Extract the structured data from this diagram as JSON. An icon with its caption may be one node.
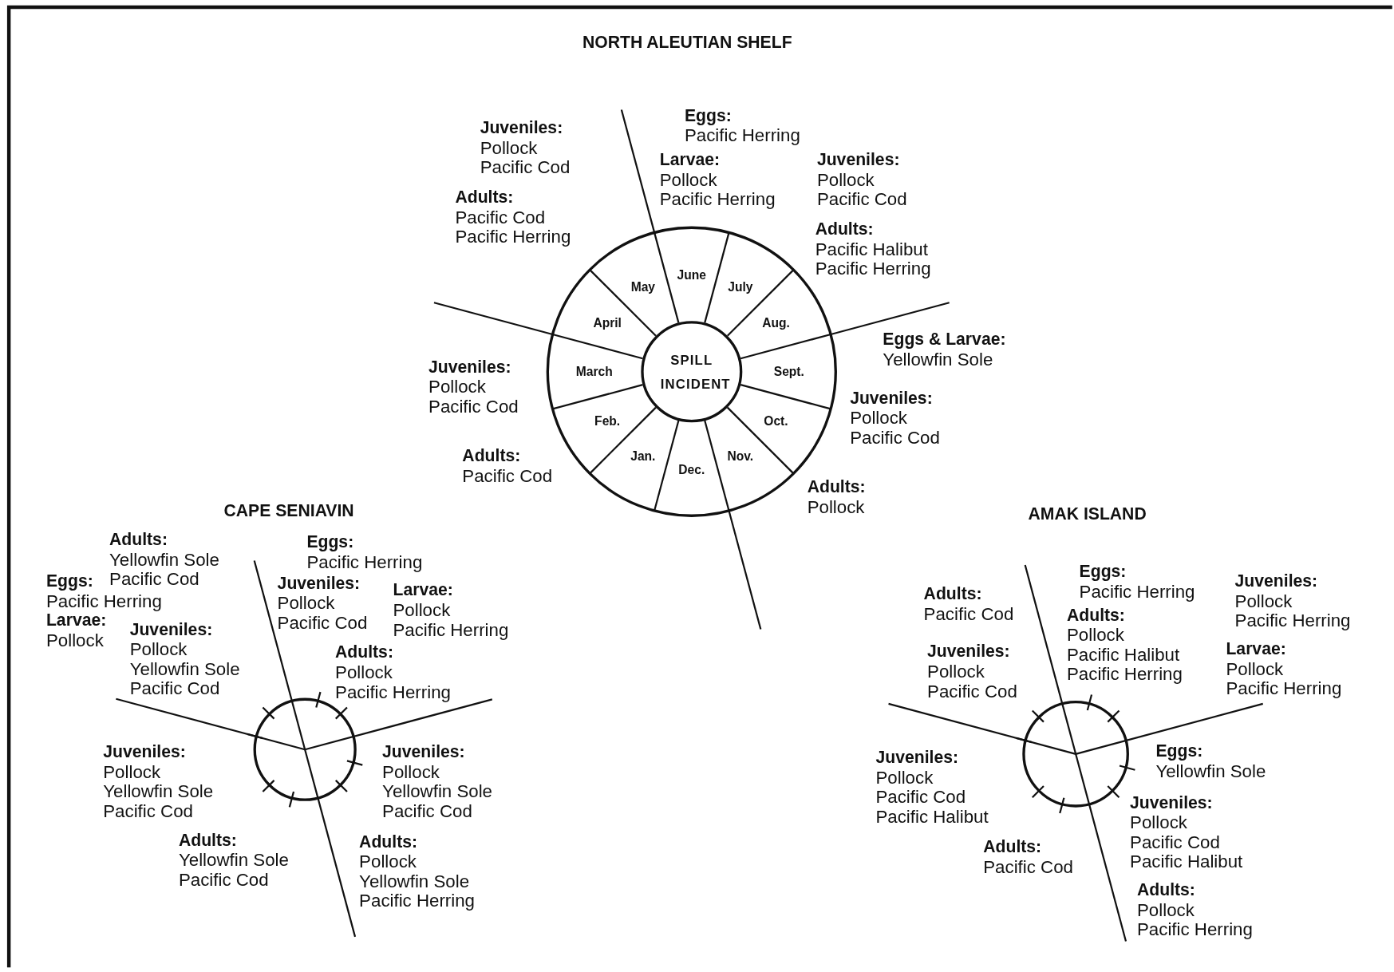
{
  "diagram": {
    "nodes": [
      {
        "text": [
          "SPILL INCIDENT"
        ]
      },
      {
        "text": [],
        "shape": "circle"
      },
      {
        "text": [],
        "shape": "circle"
      }
    ],
    "labels": [
      "NORTH ALEUTIAN SHELF",
      "Juveniles:",
      "Pollock",
      "Pacific Cod",
      "Eggs:",
      "Pacific Herring",
      "Larvae:",
      "Pollock",
      "Pacific Herring",
      "Juveniles:",
      "Pollock",
      "Pacific Cod",
      "Adults:",
      "Pacific Cod",
      "Pacific Herring",
      "Adults:",
      "Pacific Halibut",
      "Pacific Herring",
      "Eggs & Larvae:",
      "Yellowfin Sole",
      "Juveniles:",
      "Pollock",
      "Pacific Cod",
      "Juveniles:",
      "Pollock",
      "Pacific Cod",
      "Adults:",
      "Pacific Cod",
      "Adults:",
      "Pollock",
      "June",
      "July",
      "Aug.",
      "Sept.",
      "Oct.",
      "Nov.",
      "Dec.",
      "Jan.",
      "Feb.",
      "March",
      "April",
      "May",
      "CAPE SENIAVIN",
      "Adults:",
      "Yellowfin Sole",
      "Pacific Cod",
      "Eggs:",
      "Pacific Herring",
      "Eggs:",
      "Pacific Herring",
      "Juveniles:",
      "Pollock",
      "Pacific Cod",
      "Larvae:",
      "Pollock",
      "Pacific Herring",
      "Larvae:",
      "Pollock",
      "Juveniles:",
      "Pollock",
      "Yellowfin Sole",
      "Pacific Cod",
      "Adults:",
      "Pollock",
      "Pacific Herring",
      "Juveniles:",
      "Pollock",
      "Yellowfin Sole",
      "Pacific Cod",
      "Juveniles:",
      "Pollock",
      "Yellowfin Sole",
      "Pacific Cod",
      "Adults:",
      "Yellowfin Sole",
      "Pacific Cod",
      "Adults:",
      "Pollock",
      "Yellowfin Sole",
      "Pacific Herring",
      "AMAK ISLAND",
      "Eggs:",
      "Pacific Herring",
      "Juveniles:",
      "Pollock",
      "Pacific Herring",
      "Adults:",
      "Pacific Cod",
      "Adults:",
      "Pollock",
      "Pacific Halibut",
      "Pacific Herring",
      "Juveniles:",
      "Pollock",
      "Pacific Cod",
      "Larvae:",
      "Pollock",
      "Pacific Herring",
      "Eggs:",
      "Yellowfin Sole",
      "Juveniles:",
      "Pollock",
      "Pacific Cod",
      "Pacific Halibut",
      "Juveniles:",
      "Pollock",
      "Pacific Cod",
      "Pacific Halibut",
      "Adults:",
      "Pacific Cod",
      "Adults:",
      "Pollock",
      "Pacific Herring"
    ]
  }
}
